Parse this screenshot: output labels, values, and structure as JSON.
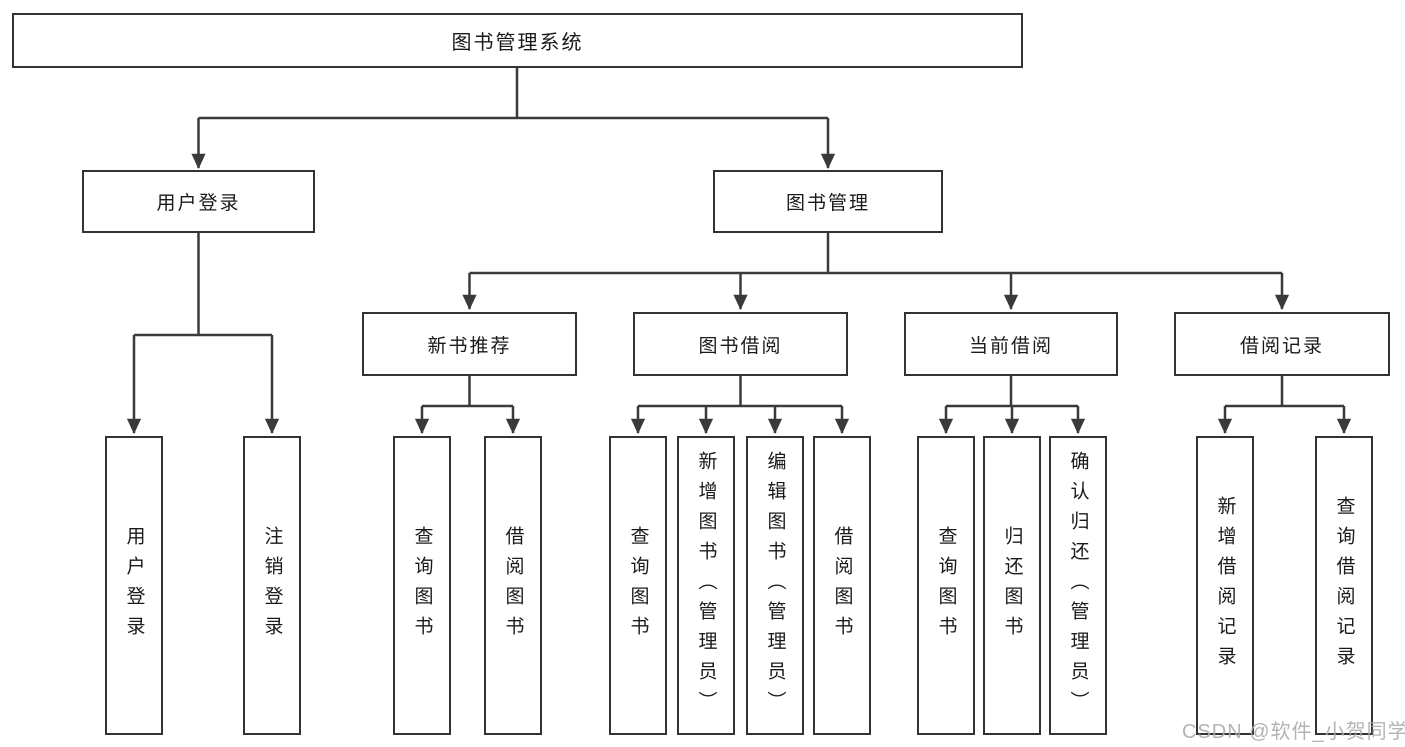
{
  "diagram": {
    "type": "hierarchy-structure-chart",
    "tree": {
      "label": "图书管理系统",
      "children": [
        {
          "label": "用户登录",
          "children": [
            {
              "label": "用户登录"
            },
            {
              "label": "注销登录"
            }
          ]
        },
        {
          "label": "图书管理",
          "children": [
            {
              "label": "新书推荐",
              "children": [
                {
                  "label": "查询图书"
                },
                {
                  "label": "借阅图书"
                }
              ]
            },
            {
              "label": "图书借阅",
              "children": [
                {
                  "label": "查询图书"
                },
                {
                  "label": "新增图书（管理员）"
                },
                {
                  "label": "编辑图书（管理员）"
                },
                {
                  "label": "借阅图书"
                }
              ]
            },
            {
              "label": "当前借阅",
              "children": [
                {
                  "label": "查询图书"
                },
                {
                  "label": "归还图书"
                },
                {
                  "label": "确认归还（管理员）"
                }
              ]
            },
            {
              "label": "借阅记录",
              "children": [
                {
                  "label": "新增借阅记录"
                },
                {
                  "label": "查询借阅记录"
                }
              ]
            }
          ]
        }
      ]
    },
    "colors": {
      "line": "#3a3a3a",
      "box_border": "#333333",
      "box_fill": "#ffffff",
      "text": "#1a1a1a",
      "watermark": "#acacac",
      "background": "#ffffff"
    }
  },
  "watermark": {
    "text": "CSDN @软件_小贺同学"
  }
}
